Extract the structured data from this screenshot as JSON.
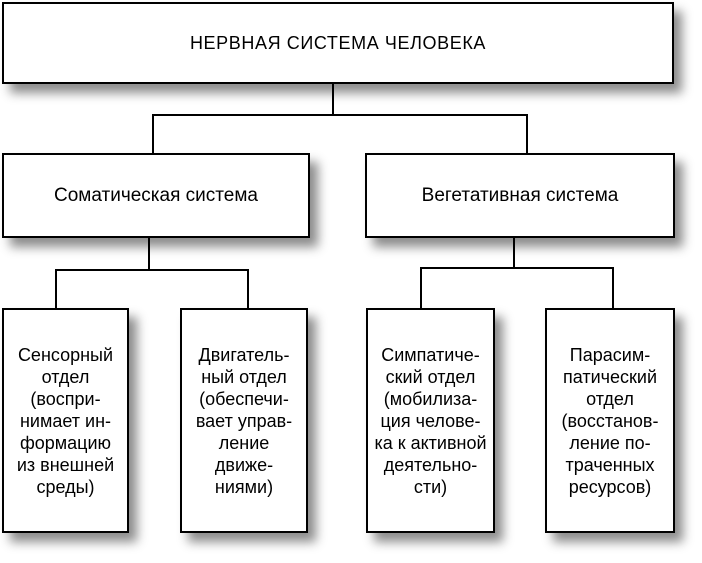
{
  "diagram": {
    "root": {
      "label": "НЕРВНАЯ СИСТЕМА ЧЕЛОВЕКА"
    },
    "level2": [
      {
        "id": "somatic-system",
        "label": "Соматическая система"
      },
      {
        "id": "vegetative-system",
        "label": "Вегетативная система"
      }
    ],
    "level3": [
      {
        "id": "sensory-department",
        "parent": "somatic-system",
        "lines": [
          "Сенсорный",
          "отдел",
          "(воспри-",
          "нимает ин-",
          "формацию",
          "из внешней",
          "среды)"
        ]
      },
      {
        "id": "motor-department",
        "parent": "somatic-system",
        "lines": [
          "Двигатель-",
          "ный отдел",
          "(обеспечи-",
          "вает управ-",
          "ление",
          "движе-",
          "ниями)"
        ]
      },
      {
        "id": "sympathetic-department",
        "parent": "vegetative-system",
        "lines": [
          "Симпатиче-",
          "ский отдел",
          "(мобилиза-",
          "ция челове-",
          "ка к активной",
          "деятельно-",
          "сти)"
        ]
      },
      {
        "id": "parasympathetic-department",
        "parent": "vegetative-system",
        "lines": [
          "Парасим-",
          "патический",
          "отдел",
          "(восстанов-",
          "ление по-",
          "траченных",
          "ресурсов)"
        ]
      }
    ],
    "colors": {
      "background": "#ffffff",
      "box_fill": "#ffffff",
      "border": "#000000",
      "connector": "#000000",
      "text": "#000000",
      "shadow": "#999999"
    }
  }
}
